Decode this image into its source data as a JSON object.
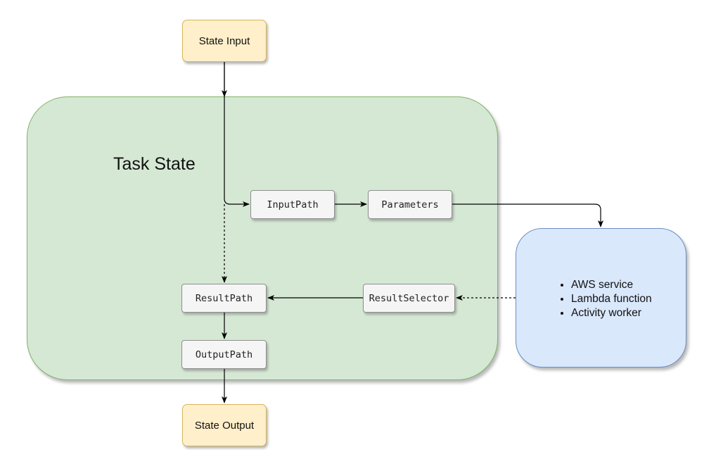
{
  "diagram": {
    "state_input": "State Input",
    "state_output": "State Output",
    "task_state": {
      "title": "Task State",
      "input_path": "InputPath",
      "parameters": "Parameters",
      "result_selector": "ResultSelector",
      "result_path": "ResultPath",
      "output_path": "OutputPath"
    },
    "integration_targets": [
      "AWS service",
      "Lambda function",
      "Activity worker"
    ],
    "colors": {
      "terminal_fill": "#ffefca",
      "terminal_border": "#d6b656",
      "task_state_fill": "#d5e8d4",
      "task_state_border": "#82b366",
      "target_fill": "#dae8fc",
      "target_border": "#6c8ebf",
      "code_box_fill": "#f5f5f5",
      "connector": "#000000"
    }
  }
}
